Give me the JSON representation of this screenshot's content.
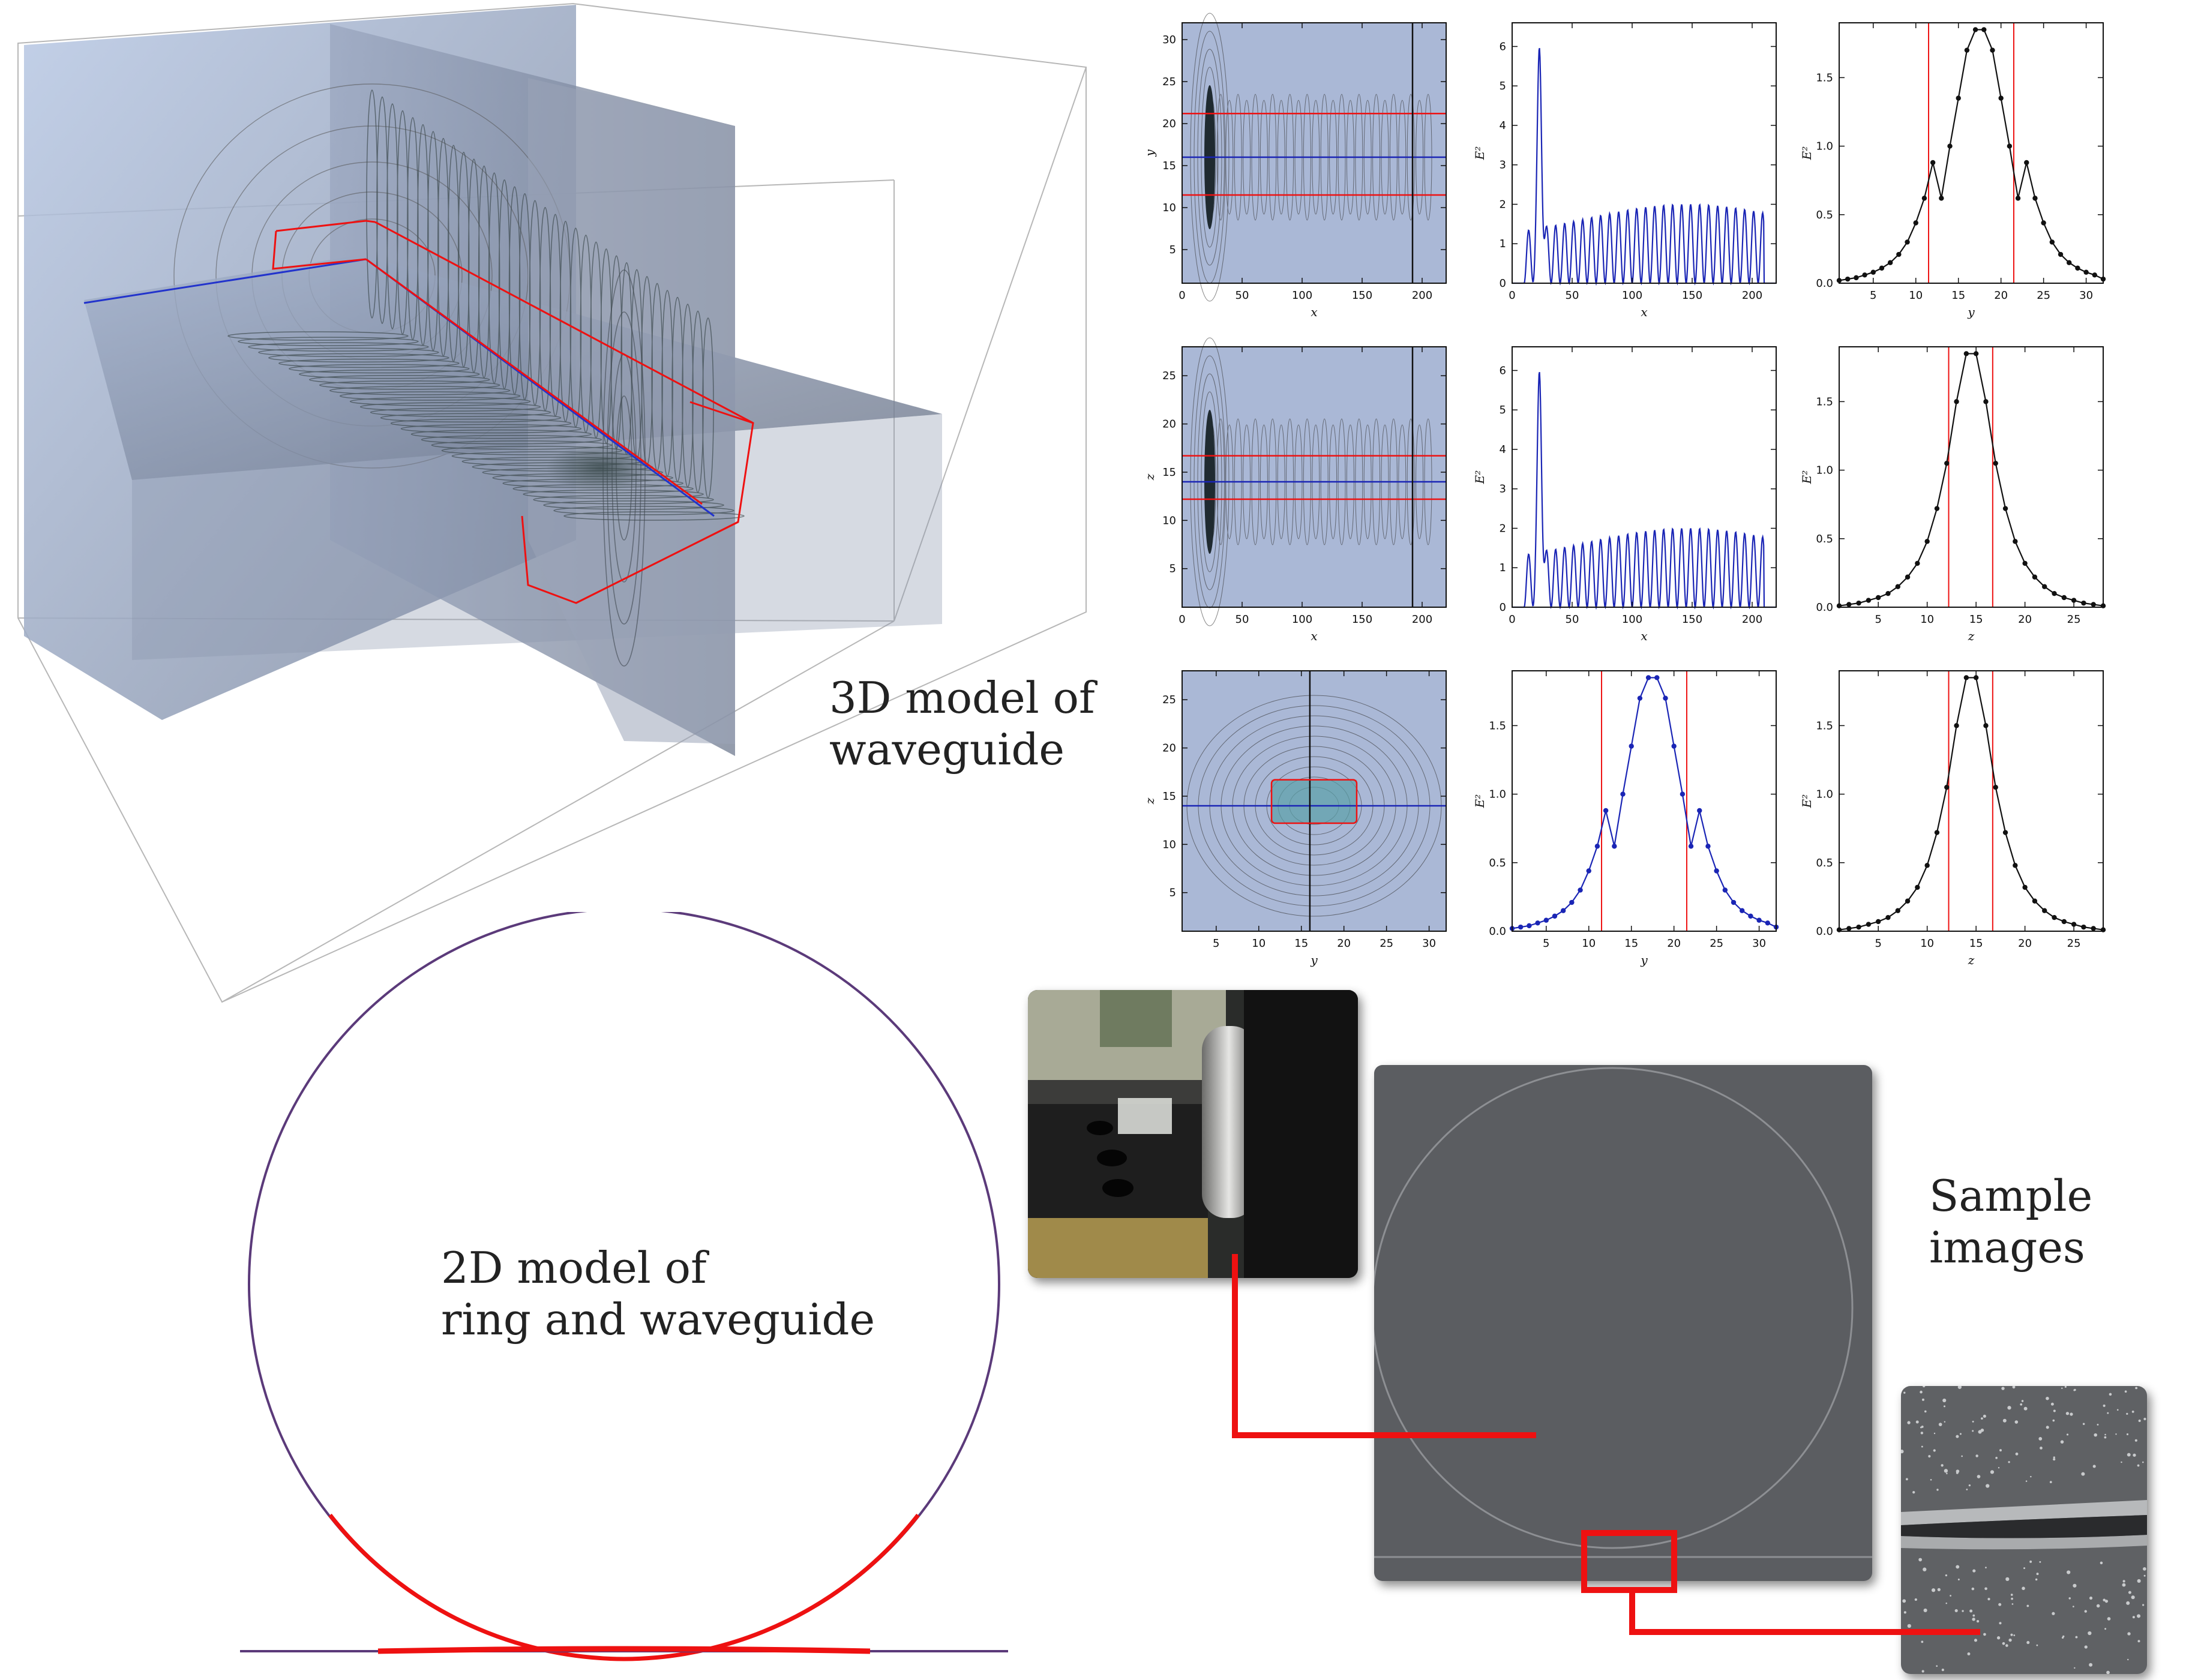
{
  "labels": {
    "model3d": [
      "3D model of",
      "waveguide"
    ],
    "model2d": [
      "2D model of",
      "ring and waveguide"
    ],
    "samples": [
      "Sample",
      "images"
    ]
  },
  "colors": {
    "accent_red": "#ee1111",
    "series_blue": "#1a25b5",
    "map_bg": "#aab8d6",
    "panel_grey": "#5b5d61"
  },
  "chart_data": [
    {
      "id": "p11",
      "type": "heatmap",
      "xlabel": "x",
      "ylabel": "y",
      "xlim": [
        0,
        220
      ],
      "ylim": [
        1,
        32
      ],
      "xticks": [
        0,
        50,
        100,
        150,
        200
      ],
      "yticks": [
        5,
        10,
        15,
        20,
        25,
        30
      ],
      "hlines_red": [
        11.5,
        21.2
      ],
      "hline_blue": [
        16
      ],
      "vline_black": [
        192
      ]
    },
    {
      "id": "p12",
      "type": "line",
      "xlabel": "x",
      "ylabel": "E²",
      "xlim": [
        0,
        220
      ],
      "ylim": [
        0,
        6.6
      ],
      "xticks": [
        0,
        50,
        100,
        150,
        200
      ],
      "yticks": [
        0,
        1,
        2,
        3,
        4,
        5,
        6
      ],
      "color": "#1a25b5",
      "peak": {
        "x": 23,
        "y": 6.5
      },
      "oscillation": {
        "start": 10,
        "end": 210,
        "period": 7.5,
        "base_min": 1.25,
        "base_max": 2.0
      }
    },
    {
      "id": "p13",
      "type": "line",
      "xlabel": "y",
      "ylabel": "E²",
      "xlim": [
        1,
        32
      ],
      "ylim": [
        0,
        1.9
      ],
      "xticks": [
        5,
        10,
        15,
        20,
        25,
        30
      ],
      "yticks": [
        0.0,
        0.5,
        1.0,
        1.5
      ],
      "color": "#111111",
      "markers": true,
      "x": [
        1,
        2,
        3,
        4,
        5,
        6,
        7,
        8,
        9,
        10,
        11,
        12,
        13,
        14,
        15,
        16,
        17,
        18,
        19,
        20,
        21,
        22,
        23,
        24,
        25,
        26,
        27,
        28,
        29,
        30,
        31,
        32
      ],
      "y": [
        0.02,
        0.03,
        0.04,
        0.06,
        0.08,
        0.11,
        0.15,
        0.21,
        0.3,
        0.44,
        0.62,
        0.88,
        0.62,
        1.0,
        1.35,
        1.7,
        1.85,
        1.85,
        1.7,
        1.35,
        1.0,
        0.62,
        0.88,
        0.62,
        0.44,
        0.3,
        0.21,
        0.15,
        0.11,
        0.08,
        0.06,
        0.03
      ],
      "vlines_red": [
        11.5,
        21.5
      ]
    },
    {
      "id": "p21",
      "type": "heatmap",
      "xlabel": "x",
      "ylabel": "z",
      "xlim": [
        0,
        220
      ],
      "ylim": [
        1,
        28
      ],
      "xticks": [
        0,
        50,
        100,
        150,
        200
      ],
      "yticks": [
        5,
        10,
        15,
        20,
        25
      ],
      "hlines_red": [
        12.2,
        16.7
      ],
      "hline_blue": [
        14
      ],
      "vline_black": [
        192
      ]
    },
    {
      "id": "p22",
      "type": "line",
      "xlabel": "x",
      "ylabel": "E²",
      "xlim": [
        0,
        220
      ],
      "ylim": [
        0,
        6.6
      ],
      "xticks": [
        0,
        50,
        100,
        150,
        200
      ],
      "yticks": [
        0,
        1,
        2,
        3,
        4,
        5,
        6
      ],
      "color": "#1a25b5",
      "peak": {
        "x": 23,
        "y": 6.5
      },
      "oscillation": {
        "start": 10,
        "end": 210,
        "period": 7.5,
        "base_min": 1.25,
        "base_max": 2.0
      }
    },
    {
      "id": "p23",
      "type": "line",
      "xlabel": "z",
      "ylabel": "E²",
      "xlim": [
        1,
        28
      ],
      "ylim": [
        0,
        1.9
      ],
      "xticks": [
        5,
        10,
        15,
        20,
        25
      ],
      "yticks": [
        0.0,
        0.5,
        1.0,
        1.5
      ],
      "color": "#111111",
      "markers": true,
      "x": [
        1,
        2,
        3,
        4,
        5,
        6,
        7,
        8,
        9,
        10,
        11,
        12,
        13,
        14,
        15,
        16,
        17,
        18,
        19,
        20,
        21,
        22,
        23,
        24,
        25,
        26,
        27,
        28
      ],
      "y": [
        0.01,
        0.02,
        0.03,
        0.05,
        0.07,
        0.1,
        0.15,
        0.22,
        0.32,
        0.48,
        0.72,
        1.05,
        1.5,
        1.85,
        1.85,
        1.5,
        1.05,
        0.72,
        0.48,
        0.32,
        0.22,
        0.15,
        0.1,
        0.07,
        0.05,
        0.03,
        0.02,
        0.01
      ],
      "vlines_red": [
        12.2,
        16.7
      ]
    },
    {
      "id": "p31",
      "type": "heatmap",
      "xlabel": "y",
      "ylabel": "z",
      "xlim": [
        1,
        32
      ],
      "ylim": [
        1,
        28
      ],
      "xticks": [
        5,
        10,
        15,
        20,
        25,
        30
      ],
      "yticks": [
        5,
        10,
        15,
        20,
        25
      ],
      "hline_blue": [
        14
      ],
      "vline_black": [
        16
      ],
      "rect_red": [
        11.5,
        12.2,
        21.5,
        16.7
      ]
    },
    {
      "id": "p32",
      "type": "line",
      "xlabel": "y",
      "ylabel": "E²",
      "xlim": [
        1,
        32
      ],
      "ylim": [
        0,
        1.9
      ],
      "xticks": [
        5,
        10,
        15,
        20,
        25,
        30
      ],
      "yticks": [
        0.0,
        0.5,
        1.0,
        1.5
      ],
      "color": "#1a25b5",
      "markers": true,
      "x": [
        1,
        2,
        3,
        4,
        5,
        6,
        7,
        8,
        9,
        10,
        11,
        12,
        13,
        14,
        15,
        16,
        17,
        18,
        19,
        20,
        21,
        22,
        23,
        24,
        25,
        26,
        27,
        28,
        29,
        30,
        31,
        32
      ],
      "y": [
        0.02,
        0.03,
        0.04,
        0.06,
        0.08,
        0.11,
        0.15,
        0.21,
        0.3,
        0.44,
        0.62,
        0.88,
        0.62,
        1.0,
        1.35,
        1.7,
        1.85,
        1.85,
        1.7,
        1.35,
        1.0,
        0.62,
        0.88,
        0.62,
        0.44,
        0.3,
        0.21,
        0.15,
        0.11,
        0.08,
        0.06,
        0.03
      ],
      "vlines_red": [
        11.5,
        21.5
      ]
    },
    {
      "id": "p33",
      "type": "line",
      "xlabel": "z",
      "ylabel": "E²",
      "xlim": [
        1,
        28
      ],
      "ylim": [
        0,
        1.9
      ],
      "xticks": [
        5,
        10,
        15,
        20,
        25
      ],
      "yticks": [
        0.0,
        0.5,
        1.0,
        1.5
      ],
      "color": "#111111",
      "markers": true,
      "x": [
        1,
        2,
        3,
        4,
        5,
        6,
        7,
        8,
        9,
        10,
        11,
        12,
        13,
        14,
        15,
        16,
        17,
        18,
        19,
        20,
        21,
        22,
        23,
        24,
        25,
        26,
        27,
        28
      ],
      "y": [
        0.01,
        0.02,
        0.03,
        0.05,
        0.07,
        0.1,
        0.15,
        0.22,
        0.32,
        0.48,
        0.72,
        1.05,
        1.5,
        1.85,
        1.85,
        1.5,
        1.05,
        0.72,
        0.48,
        0.32,
        0.22,
        0.15,
        0.1,
        0.07,
        0.05,
        0.03,
        0.02,
        0.01
      ],
      "vlines_red": [
        12.2,
        16.7
      ]
    }
  ]
}
